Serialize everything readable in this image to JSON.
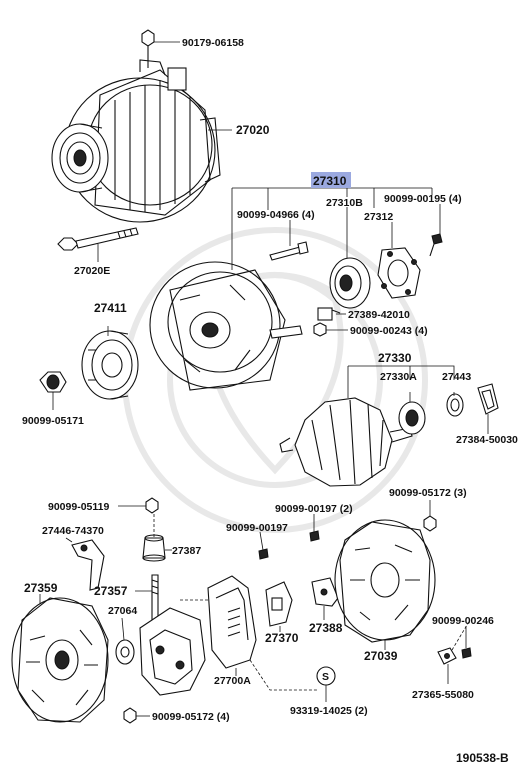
{
  "diagram_id": "190538-B",
  "highlight_color": "#9ba9e0",
  "callouts": {
    "p90179_06158": "90179-06158",
    "p27020": "27020",
    "p27020E": "27020E",
    "p27310": "27310",
    "p27310B": "27310B",
    "p27312": "27312",
    "p90099_00195": "90099-00195 (4)",
    "p90099_04966": "90099-04966 (4)",
    "p27389_42010": "27389-42010",
    "p90099_00243": "90099-00243 (4)",
    "p27411": "27411",
    "p90099_05171": "90099-05171",
    "p27330": "27330",
    "p27330A": "27330A",
    "p27443": "27443",
    "p27384_50030": "27384-50030",
    "p90099_05119": "90099-05119",
    "p27446_74370": "27446-74370",
    "p27387": "27387",
    "p90099_00197_2": "90099-00197 (2)",
    "p90099_05172_3": "90099-05172 (3)",
    "p90099_00197": "90099-00197",
    "p27359": "27359",
    "p27357": "27357",
    "p27064": "27064",
    "p27370": "27370",
    "p27388": "27388",
    "p27039": "27039",
    "p90099_00246": "90099-00246",
    "p27700A": "27700A",
    "pS": "S",
    "p93319_14025": "93319-14025 (2)",
    "p27365_55080": "27365-55080",
    "p90099_05172_4": "90099-05172 (4)",
    "diagram_code": "190538-B"
  }
}
